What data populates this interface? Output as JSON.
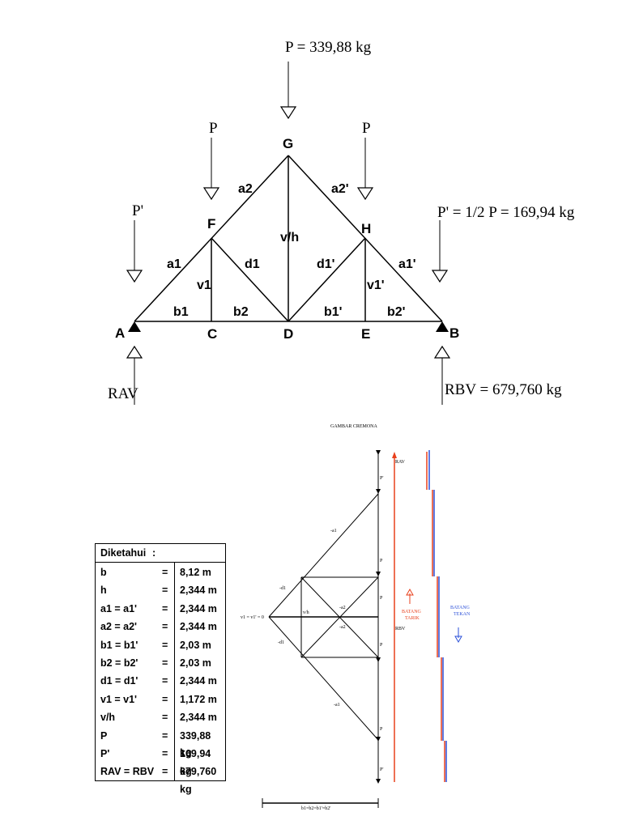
{
  "truss": {
    "load_center": "P = 339,88 kg",
    "load_left": "P",
    "load_right": "P",
    "load_end_left": "P'",
    "load_end_right": "P' = 1/2 P = 169,94 kg",
    "reaction_left": "RAV",
    "reaction_right": "RBV = 679,760 kg",
    "nodes": {
      "A": "A",
      "B": "B",
      "C": "C",
      "D": "D",
      "E": "E",
      "F": "F",
      "G": "G",
      "H": "H"
    },
    "members": {
      "a1": "a1",
      "a1p": "a1'",
      "a2": "a2",
      "a2p": "a2'",
      "b1": "b1",
      "b2": "b2",
      "b1p": "b1'",
      "b2p": "b2'",
      "d1": "d1",
      "d1p": "d1'",
      "v1": "v1",
      "v1p": "v1'",
      "vh": "v/h"
    }
  },
  "cremona": {
    "title": "GAMBAR CREMONA",
    "labels": {
      "rav": "RAV",
      "rbv": "RBV",
      "p_top": "P'",
      "p1": "P",
      "p2": "P",
      "p3": "P",
      "p4": "P",
      "p_bottom": "P'",
      "a1_top": "-a1",
      "a1_bottom": "-a1",
      "d1_top": "-d1",
      "d1_bottom": "-d1",
      "a2_top": "-a2",
      "a2_bottom": "-a2",
      "vh": "v/h",
      "v1": "v1 = v1' = 0",
      "base": "b1=b2=b1'=b2'"
    },
    "legend_tension": "BATANG\nTARIK",
    "legend_compression": "BATANG\nTEKAN",
    "colors": {
      "tension": "#e8401c",
      "compression": "#2a4fd8"
    }
  },
  "known": {
    "header": "Diketahui",
    "colon": ":",
    "rows": [
      {
        "key": "b",
        "eq": "=",
        "value": "8,12 m"
      },
      {
        "key": "h",
        "eq": "=",
        "value": "2,344 m"
      },
      {
        "key": "a1 = a1'",
        "eq": "=",
        "value": "2,344 m"
      },
      {
        "key": "a2 = a2'",
        "eq": "=",
        "value": "2,344 m"
      },
      {
        "key": "b1 = b1'",
        "eq": "=",
        "value": "2,03 m"
      },
      {
        "key": "b2 = b2'",
        "eq": "=",
        "value": "2,03 m"
      },
      {
        "key": "d1 = d1'",
        "eq": "=",
        "value": "2,344 m"
      },
      {
        "key": "v1 = v1'",
        "eq": "=",
        "value": "1,172 m"
      },
      {
        "key": "v/h",
        "eq": "=",
        "value": "2,344 m"
      },
      {
        "key": "P",
        "eq": "=",
        "value": "339,88 kg"
      },
      {
        "key": "P'",
        "eq": "=",
        "value": "169,94 kg"
      },
      {
        "key": "RAV = RBV",
        "eq": "=",
        "value": "679,760 kg"
      }
    ]
  }
}
